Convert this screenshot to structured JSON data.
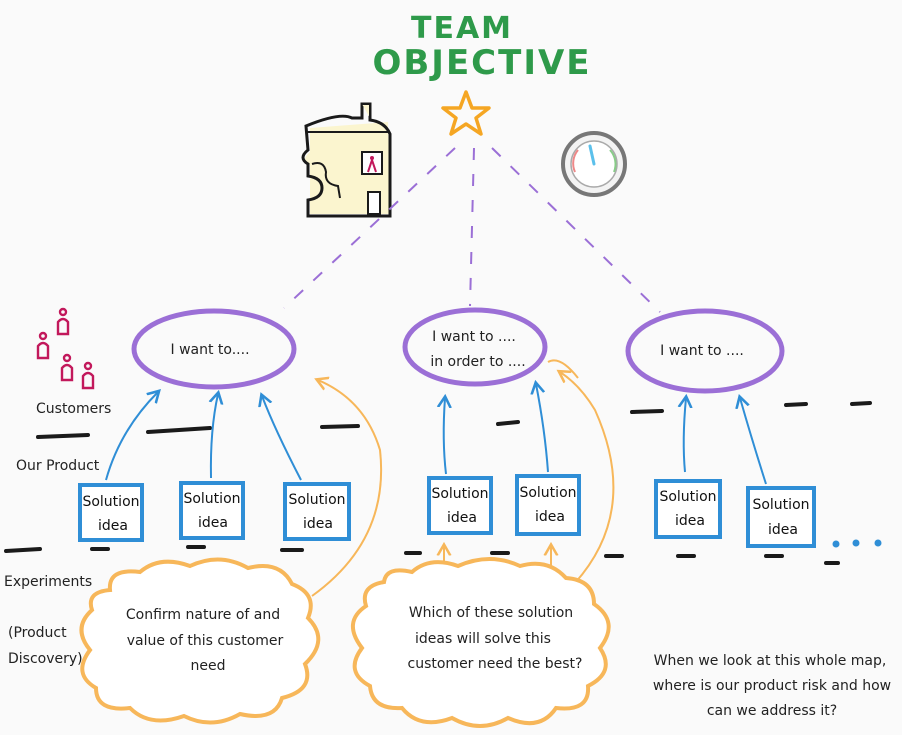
{
  "title": {
    "line1": "TEAM",
    "line2": "OBJECTIVE"
  },
  "colors": {
    "title": "#2e9a4a",
    "star": "#f5a623",
    "outcome": "#9b6fd6",
    "dashes": "#9b6fd6",
    "solution": "#2f8ed6",
    "experiment": "#f7b75a",
    "customers": "#c2185b",
    "ink": "#1a1a1a"
  },
  "icons": {
    "product": "house-puzzle-icon",
    "metric": "gauge-icon",
    "customers": "customers-icon",
    "objective": "star-icon"
  },
  "layers": {
    "customers": "Customers",
    "product": "Our Product",
    "experiments": "Experiments",
    "discovery_line1": "(Product",
    "discovery_line2": "Discovery)"
  },
  "outcomes": [
    {
      "lines": [
        "I want to...."
      ]
    },
    {
      "lines": [
        "I want to ....",
        "in order to ...."
      ]
    },
    {
      "lines": [
        "I want to ...."
      ]
    }
  ],
  "solutions": [
    {
      "line1": "Solution",
      "line2": "idea"
    },
    {
      "line1": "Solution",
      "line2": "idea"
    },
    {
      "line1": "Solution",
      "line2": "idea"
    },
    {
      "line1": "Solution",
      "line2": "idea"
    },
    {
      "line1": "Solution",
      "line2": "idea"
    },
    {
      "line1": "Solution",
      "line2": "idea"
    },
    {
      "line1": "Solution",
      "line2": "idea"
    }
  ],
  "experiments": [
    {
      "lines": [
        "Confirm nature of and",
        "value of this customer",
        "need"
      ]
    },
    {
      "lines": [
        "Which of these solution",
        "ideas will solve this",
        "customer need the best?"
      ]
    }
  ],
  "note": {
    "lines": [
      "When we look at this whole map,",
      "where is our product risk and how",
      "can we address it?"
    ]
  }
}
